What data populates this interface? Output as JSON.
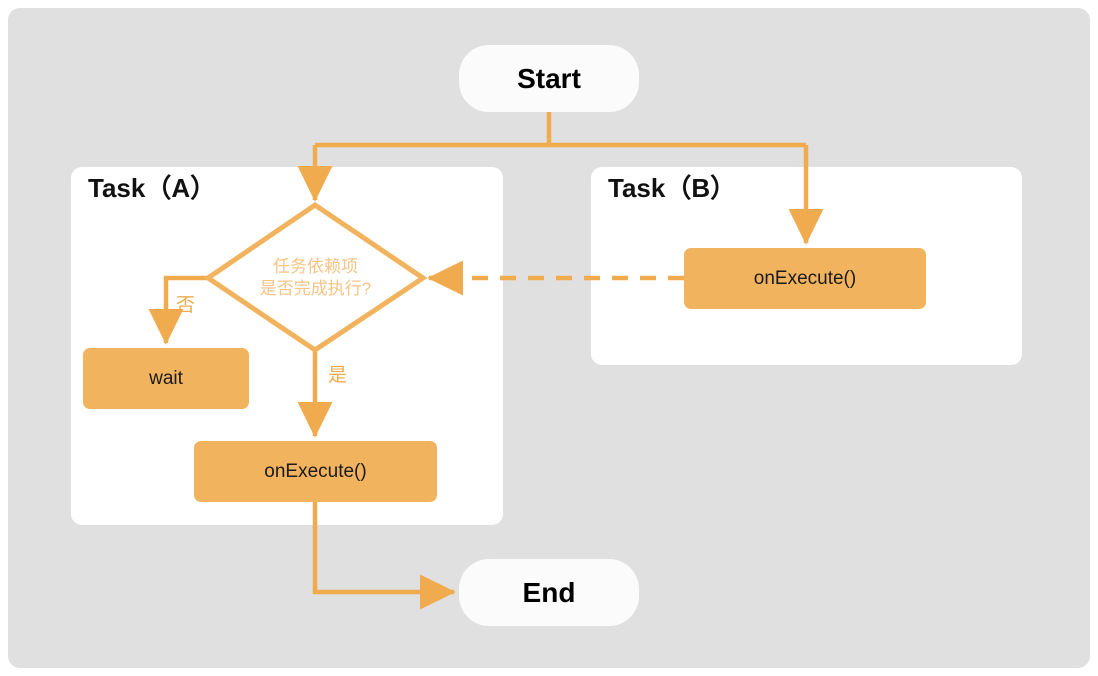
{
  "diagram": {
    "title_hidden": "",
    "background_color": "#e0e0e0",
    "accent_color": "#f2b35e",
    "line_color": "#f0ab4e",
    "diamond_text_color": "#f6c485"
  },
  "nodes": {
    "start": {
      "label": "Start"
    },
    "end": {
      "label": "End"
    },
    "task_a": {
      "title": "Task（A）",
      "decision": {
        "line1": "任务依赖项",
        "line2": "是否完成执行?"
      },
      "wait": {
        "label": "wait"
      },
      "execute": {
        "label": "onExecute()"
      }
    },
    "task_b": {
      "title": "Task（B）",
      "execute": {
        "label": "onExecute()"
      }
    }
  },
  "edges": {
    "no_label": "否",
    "yes_label": "是"
  }
}
